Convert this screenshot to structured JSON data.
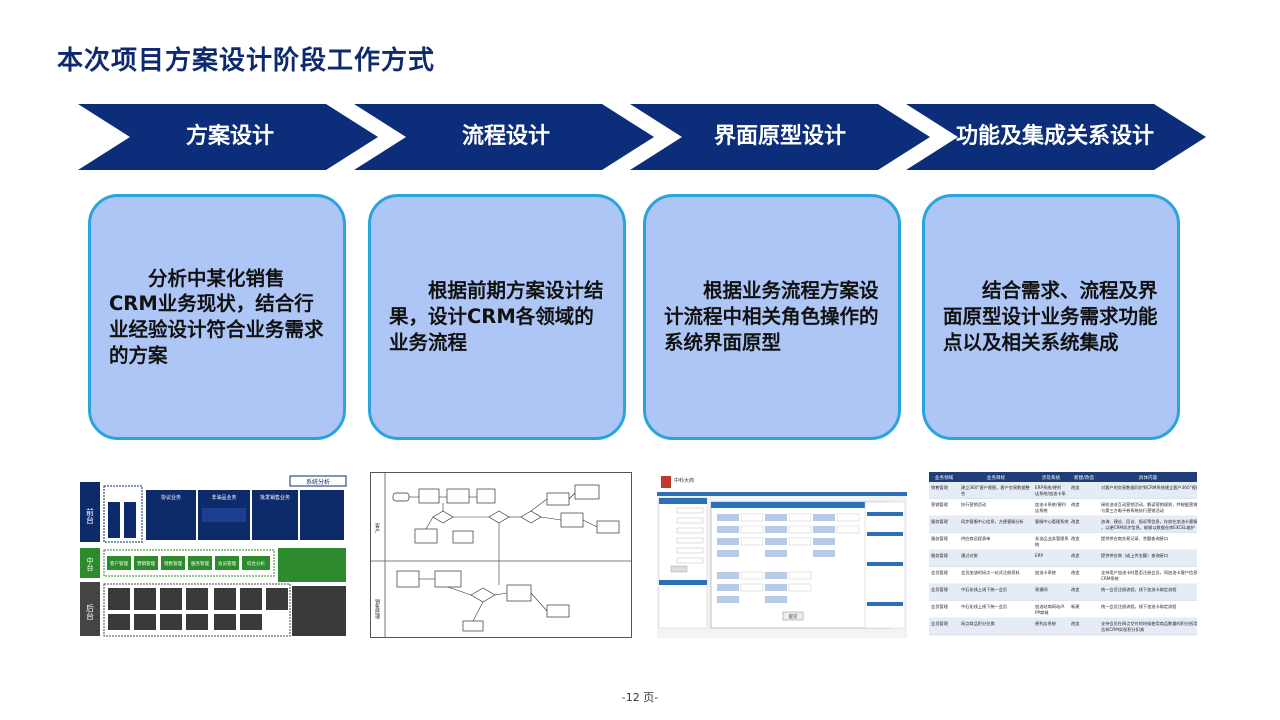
{
  "page": {
    "title": "本次项目方案设计阶段工作方式",
    "footer": "-12 页-"
  },
  "colors": {
    "title": "#0e2a6e",
    "chevron": "#0c2d7a",
    "card_fill": "#adc6f5",
    "card_border": "#29a4dc"
  },
  "steps": [
    {
      "label": "方案设计",
      "description": "分析中某化销售CRM业务现状，结合行业经验设计符合业务需求的方案"
    },
    {
      "label": "流程设计",
      "description": "根据前期方案设计结果，设计CRM各领域的业务流程"
    },
    {
      "label": "界面原型设计",
      "description": "根据业务流程方案设计流程中相关角色操作的系统界面原型"
    },
    {
      "label": "功能及集成关系设计",
      "description": "结合需求、流程及界面原型设计业务需求功能点以及相关系统集成"
    }
  ],
  "thumbnails": {
    "architecture": {
      "left_tags": [
        "前台",
        "中台",
        "后台"
      ],
      "top_labels": [
        "协议业务",
        "非油品业务",
        "批发销售业务"
      ],
      "middle_labels": [
        "客户管理",
        "营销管理",
        "销售管理",
        "服务管理",
        "会员管理",
        "综合分析"
      ],
      "side_title": "系统分析"
    },
    "process": {
      "lane_labels": [
        "客户",
        "销售经理"
      ]
    },
    "ui_prototype": {
      "app_name": "中科大商",
      "dialog_button": "提交"
    },
    "function_table": {
      "headers": [
        "业务领域",
        "业务目标",
        "涉及系统",
        "新建/改造",
        "具体内容"
      ],
      "rows": [
        [
          "销售管理",
          "建立360°客户视图，客户交易数据整合",
          "ERP系统/便利店系统/加油卡系统",
          "改造",
          "对客户的交易数据同步到CRM系统建立客户360°视图"
        ],
        [
          "营销管理",
          "执行营销活动",
          "加油卡系统/便利店系统",
          "改造",
          "接收油非互动营销活动，解读营销规则，并根据营销规则给与第三方电子券系统执行营销活动"
        ],
        [
          "服务管理",
          "同步客服中心信息，方便客服分析",
          "客服中心管理系统",
          "改造",
          "咨询、建议、回访、投诉等信息，存放在加油卡客服系统中，以便CRM同步信息，能够以数据仓库EXCEL维护"
        ],
        [
          "服务管理",
          "供应商远程表单",
          "非油品业务管理系统",
          "改造",
          "提供供应商交易记录、余额查询接口"
        ],
        [
          "服务管理",
          "通过对账",
          "ERP",
          "改造",
          "提供供应商（或上传金额）查询接口"
        ],
        [
          "会员管理",
          "会员加油时间点一站式注册资料",
          "加油卡系统",
          "改造",
          "支持用户加油卡时是否注册会员，同加油卡客户信息同步至CRM系统"
        ],
        [
          "会员管理",
          "中石化线上线下统一会员",
          "易捷网",
          "改造",
          "统一会员注册流程，线下加油卡绑定流程"
        ],
        [
          "会员管理",
          "中石化线上线下统一会员",
          "加油站商网站/APP商城",
          "新建",
          "统一会员注册流程，线下加油卡绑定流程"
        ],
        [
          "会员管理",
          "网点商品积分兑换",
          "便利店系统",
          "改造",
          "支持会员在网点交付的时候使用商品数量的积分抵用，同时告知CRM实现积分扣减"
        ]
      ]
    }
  }
}
